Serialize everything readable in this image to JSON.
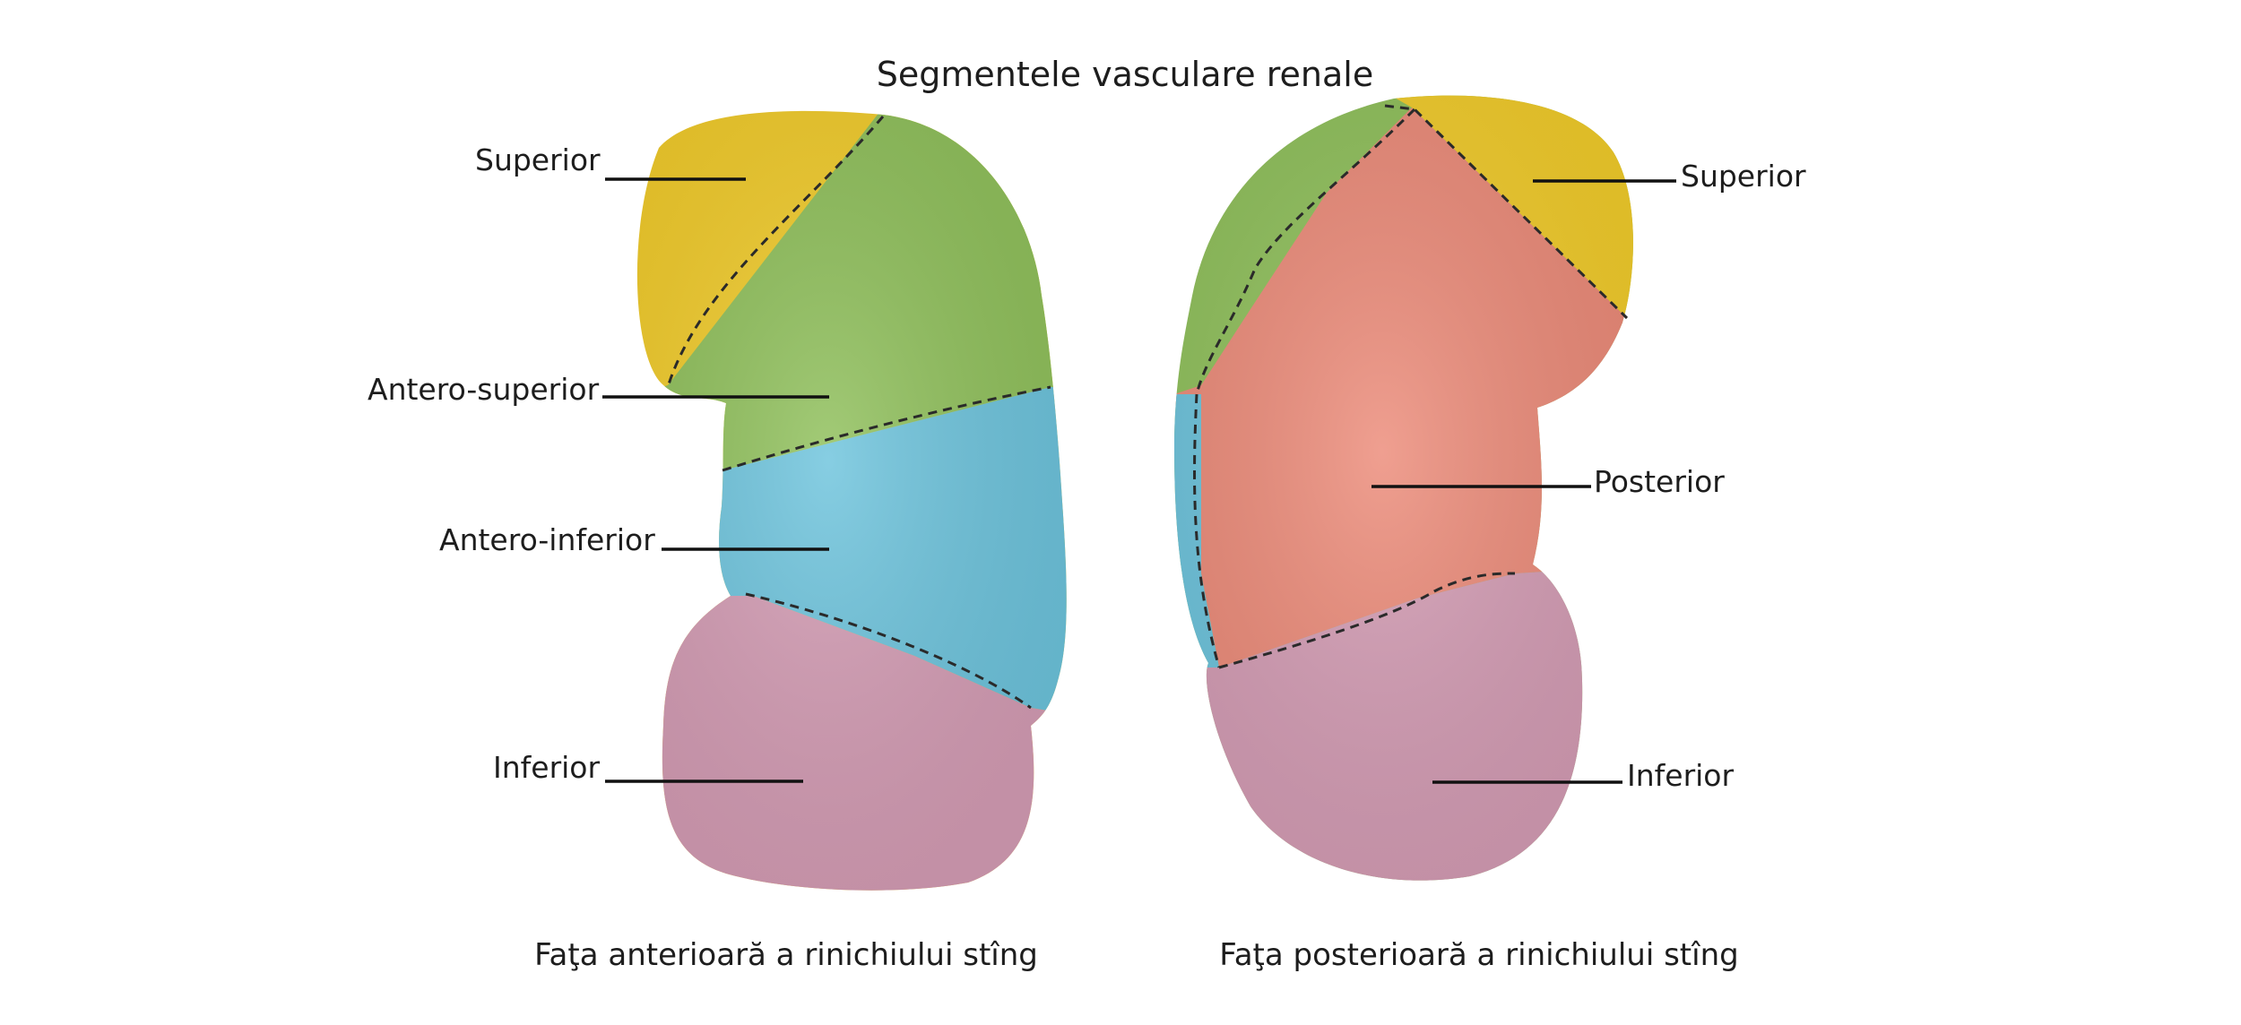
{
  "title": "Segmentele vasculare renale",
  "colors": {
    "superior": "#f2cc2a",
    "antero_superior": "#8fc05a",
    "antero_inferior": "#6cc3dc",
    "inferior": "#d49cb4",
    "posterior": "#ec8a78",
    "background": "#ffffff"
  },
  "anterior_view": {
    "caption": "Faţa anterioară a rinichiului stîng",
    "labels": {
      "superior": "Superior",
      "antero_superior": "Antero-superior",
      "antero_inferior": "Antero-inferior",
      "inferior": "Inferior"
    }
  },
  "posterior_view": {
    "caption": "Faţa posterioară a rinichiului stîng",
    "labels": {
      "superior": "Superior",
      "posterior": "Posterior",
      "inferior": "Inferior"
    }
  }
}
